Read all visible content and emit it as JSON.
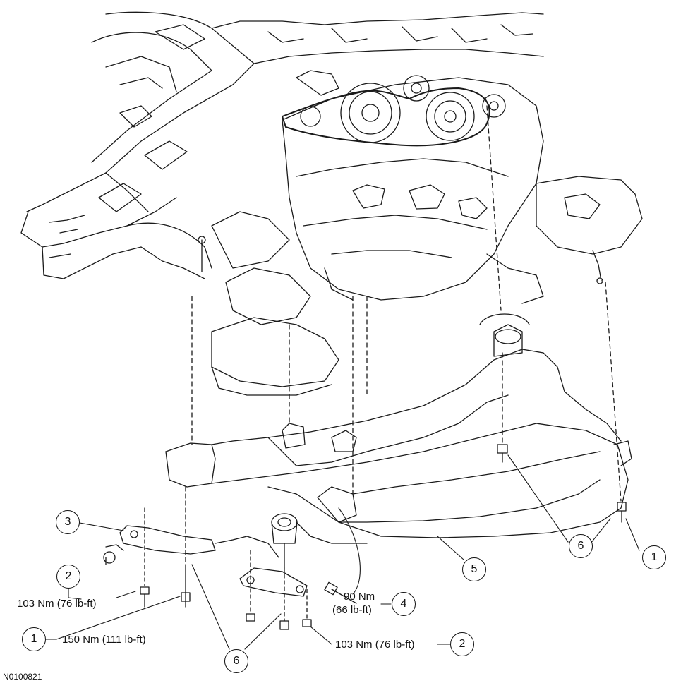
{
  "figure_id": "N0100821",
  "callouts": {
    "c3": "3",
    "c2_left": "2",
    "c1_left": "1",
    "c6_bottom": "6",
    "c4": "4",
    "c5": "5",
    "c6_right": "6",
    "c1_right": "1",
    "c2_bottom": "2"
  },
  "torque_labels": {
    "left_103": "103 Nm (76 lb-ft)",
    "left_150": "150 Nm (111 lb-ft)",
    "center_90_nm": "90 Nm",
    "center_90_lbft": "(66 lb-ft)",
    "bottom_103": "103 Nm (76 lb-ft)"
  }
}
